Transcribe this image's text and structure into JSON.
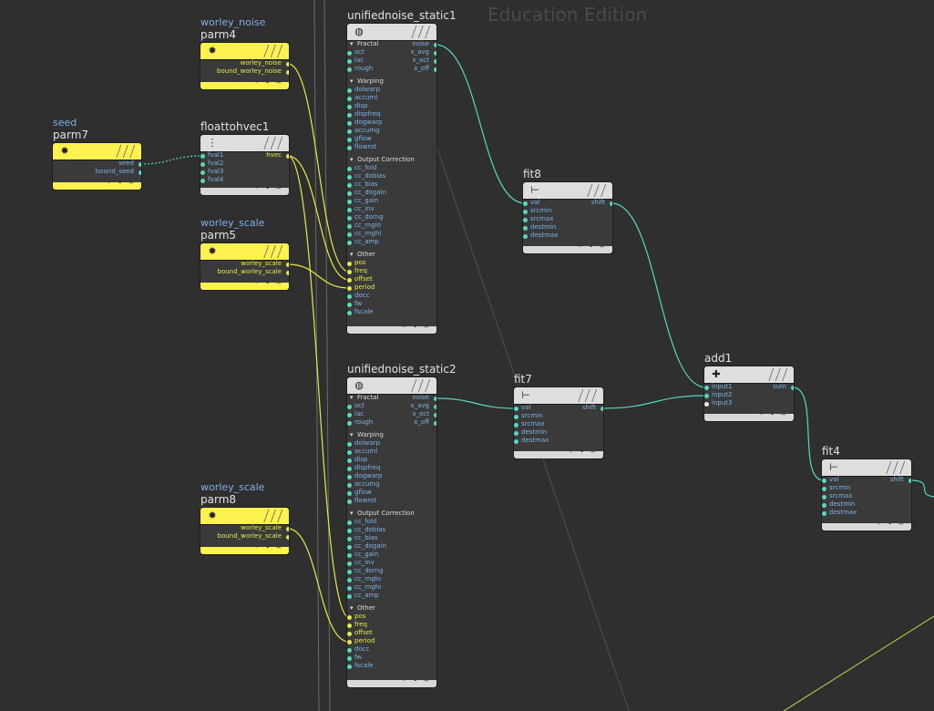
{
  "watermark": "Education Edition",
  "nodes": {
    "parm4": {
      "label": "worley_noise",
      "name": "parm4",
      "outputs": [
        "worley_noise",
        "bound_worley_noise"
      ]
    },
    "parm7": {
      "label": "seed",
      "name": "parm7",
      "outputs": [
        "seed",
        "bound_seed"
      ]
    },
    "floattohvec1": {
      "name": "floattohvec1",
      "inputs": [
        "fval1",
        "fval2",
        "fval3",
        "fval4"
      ],
      "outputs": [
        "hvec"
      ]
    },
    "parm5": {
      "label": "worley_scale",
      "name": "parm5",
      "outputs": [
        "worley_scale",
        "bound_worley_scale"
      ]
    },
    "parm8": {
      "label": "worley_scale",
      "name": "parm8",
      "outputs": [
        "worley_scale",
        "bound_worley_scale"
      ]
    },
    "unoise1": {
      "name": "unifiednoise_static1",
      "groups": [
        {
          "title": "Fractal",
          "inputs": [
            "oct",
            "lac",
            "rough"
          ]
        },
        {
          "title": "Warping",
          "inputs": [
            "dolwarp",
            "accuml",
            "disp",
            "dispfreq",
            "dogwarp",
            "accumg",
            "gflow",
            "flowrot"
          ]
        },
        {
          "title": "Output Correction",
          "inputs": [
            "cc_fold",
            "cc_dobias",
            "cc_bias",
            "cc_dogain",
            "cc_gain",
            "cc_inv",
            "cc_dorng",
            "cc_rnglo",
            "cc_rnghi",
            "cc_amp"
          ]
        },
        {
          "title": "Other",
          "inputs": [
            "pos",
            "freq",
            "offset",
            "period",
            "docc",
            "fw",
            "fscale"
          ]
        }
      ],
      "outputs": [
        "noise",
        "x_avg",
        "x_oct",
        "x_off"
      ]
    },
    "unoise2": {
      "name": "unifiednoise_static2",
      "groups": [
        {
          "title": "Fractal",
          "inputs": [
            "oct",
            "lac",
            "rough"
          ]
        },
        {
          "title": "Warping",
          "inputs": [
            "dolwarp",
            "accuml",
            "disp",
            "dispfreq",
            "dogwarp",
            "accumg",
            "gflow",
            "flowrot"
          ]
        },
        {
          "title": "Output Correction",
          "inputs": [
            "cc_fold",
            "cc_dobias",
            "cc_bias",
            "cc_dogain",
            "cc_gain",
            "cc_inv",
            "cc_dorng",
            "cc_rnglo",
            "cc_rnghi",
            "cc_amp"
          ]
        },
        {
          "title": "Other",
          "inputs": [
            "pos",
            "freq",
            "offset",
            "period",
            "docc",
            "fw",
            "fscale"
          ]
        }
      ],
      "outputs": [
        "noise",
        "x_avg",
        "x_oct",
        "x_off"
      ]
    },
    "fit8": {
      "name": "fit8",
      "inputs": [
        "val",
        "srcmin",
        "srcmax",
        "destmin",
        "destmax"
      ],
      "outputs": [
        "shift"
      ]
    },
    "fit7": {
      "name": "fit7",
      "inputs": [
        "val",
        "srcmin",
        "srcmax",
        "destmin",
        "destmax"
      ],
      "outputs": [
        "shift"
      ]
    },
    "add1": {
      "name": "add1",
      "inputs": [
        "input1",
        "input2",
        "input3"
      ],
      "outputs": [
        "sum"
      ]
    },
    "fit4": {
      "name": "fit4",
      "inputs": [
        "val",
        "srcmin",
        "srcmax",
        "destmin",
        "destmax"
      ],
      "outputs": [
        "shift"
      ]
    }
  },
  "footer_glyphs": [
    "◦",
    "•",
    "‒"
  ],
  "icons": {
    "parm": "dial-icon",
    "noise": "noise-sphere-icon",
    "fit": "fit-range-icon",
    "add": "plus-icon",
    "vec": "vector-icon"
  },
  "colors": {
    "background": "#2f2f2f",
    "node_body": "#3a3a3a",
    "header_default": "#dedede",
    "header_parameter": "#fff24f",
    "wire_float": "#56d8c2",
    "wire_vector": "#e8e84a",
    "port_label": "#7db3e6"
  }
}
